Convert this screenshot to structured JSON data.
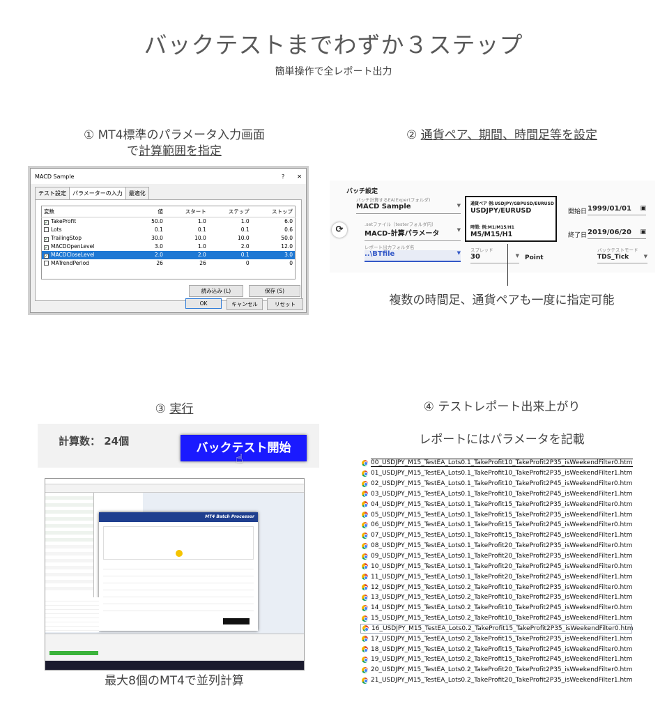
{
  "header": {
    "title": "バックテストまでわずか３ステップ",
    "subtitle": "簡単操作で全レポート出力"
  },
  "step1": {
    "caption_line1": "① MT4標準のパラメータ入力画面",
    "caption_line2_prefix": "で",
    "caption_line2_link": "計算範囲を指定",
    "dialog": {
      "title": "MACD Sample",
      "help": "?",
      "close": "✕",
      "tabs": [
        "テスト設定",
        "パラメーターの入力",
        "最適化"
      ],
      "columns": [
        "変数",
        "値",
        "スタート",
        "ステップ",
        "ストップ"
      ],
      "rows": [
        {
          "checked": true,
          "name": "TakeProfit",
          "value": "50.0",
          "start": "1.0",
          "step": "1.0",
          "stop": "6.0"
        },
        {
          "checked": false,
          "name": "Lots",
          "value": "0.1",
          "start": "0.1",
          "step": "0.1",
          "stop": "0.6"
        },
        {
          "checked": true,
          "name": "TrailingStop",
          "value": "30.0",
          "start": "10.0",
          "step": "10.0",
          "stop": "50.0"
        },
        {
          "checked": true,
          "name": "MACDOpenLevel",
          "value": "3.0",
          "start": "1.0",
          "step": "2.0",
          "stop": "12.0"
        },
        {
          "checked": true,
          "name": "MACDCloseLevel",
          "value": "2.0",
          "start": "2.0",
          "step": "0.1",
          "stop": "3.0"
        },
        {
          "checked": false,
          "name": "MATrendPeriod",
          "value": "26",
          "start": "26",
          "step": "0",
          "stop": "0"
        }
      ],
      "load_button": "読み込み (L)",
      "save_button": "保存 (S)",
      "ok_button": "OK",
      "cancel_button": "キャンセル",
      "reset_button": "リセット"
    }
  },
  "step2": {
    "caption_prefix": "② ",
    "caption_link": "通貨ペア、期間、時間足等を設定",
    "panel": {
      "heading": "バッチ設定",
      "ea_label": "バッチ計算するEA(Expertフォルダ)",
      "ea_value": "MACD Sample",
      "set_label": ".setファイル（testerフォルダ内）",
      "set_value": "MACD-計算パラメータ",
      "report_label": "レポート出力フォルダ名",
      "report_value": "..\\BTfile",
      "pair_label": "通貨ペア 例:USDJPY/GBPUSD/EURUSD",
      "pair_value": "USDJPY/EURUSD",
      "tf_label": "時間: 例:M1/M15/H1",
      "tf_value": "M5/M15/H1",
      "spread_label": "スプレッド",
      "spread_value": "30",
      "point_label": "Point",
      "start_label": "開始日",
      "start_value": "1999/01/01",
      "end_label": "終了日",
      "end_value": "2019/06/20",
      "mode_label": "バックテストモード",
      "mode_value": "TDS_Tick"
    },
    "note": "複数の時間足、通貨ペアも一度に指定可能"
  },
  "step3": {
    "caption_prefix": "③ ",
    "caption_link": "実行",
    "count_label": "計算数：",
    "count_value": "24個",
    "run_button": "バックテスト開始",
    "screenshot_title": "MT4 Batch Processor",
    "footer": "最大8個のMT4で並列計算"
  },
  "step4": {
    "caption": "④ テストレポート出来上がり",
    "note": "レポートにはパラメータを記載",
    "files": [
      "00_USDJPY_M15_TestEA_Lots0.1_TakeProfit10_TakeProfit2P35_isWeekendFilter0.htm",
      "01_USDJPY_M15_TestEA_Lots0.1_TakeProfit10_TakeProfit2P35_isWeekendFilter1.htm",
      "02_USDJPY_M15_TestEA_Lots0.1_TakeProfit10_TakeProfit2P45_isWeekendFilter0.htm",
      "03_USDJPY_M15_TestEA_Lots0.1_TakeProfit10_TakeProfit2P45_isWeekendFilter1.htm",
      "04_USDJPY_M15_TestEA_Lots0.1_TakeProfit15_TakeProfit2P35_isWeekendFilter0.htm",
      "05_USDJPY_M15_TestEA_Lots0.1_TakeProfit15_TakeProfit2P35_isWeekendFilter1.htm",
      "06_USDJPY_M15_TestEA_Lots0.1_TakeProfit15_TakeProfit2P45_isWeekendFilter0.htm",
      "07_USDJPY_M15_TestEA_Lots0.1_TakeProfit15_TakeProfit2P45_isWeekendFilter1.htm",
      "08_USDJPY_M15_TestEA_Lots0.1_TakeProfit20_TakeProfit2P35_isWeekendFilter0.htm",
      "09_USDJPY_M15_TestEA_Lots0.1_TakeProfit20_TakeProfit2P35_isWeekendFilter1.htm",
      "10_USDJPY_M15_TestEA_Lots0.1_TakeProfit20_TakeProfit2P45_isWeekendFilter0.htm",
      "11_USDJPY_M15_TestEA_Lots0.1_TakeProfit20_TakeProfit2P45_isWeekendFilter1.htm",
      "12_USDJPY_M15_TestEA_Lots0.2_TakeProfit10_TakeProfit2P35_isWeekendFilter0.htm",
      "13_USDJPY_M15_TestEA_Lots0.2_TakeProfit10_TakeProfit2P35_isWeekendFilter1.htm",
      "14_USDJPY_M15_TestEA_Lots0.2_TakeProfit10_TakeProfit2P45_isWeekendFilter0.htm",
      "15_USDJPY_M15_TestEA_Lots0.2_TakeProfit10_TakeProfit2P45_isWeekendFilter1.htm",
      "16_USDJPY_M15_TestEA_Lots0.2_TakeProfit15_TakeProfit2P35_isWeekendFilter0.htm",
      "17_USDJPY_M15_TestEA_Lots0.2_TakeProfit15_TakeProfit2P35_isWeekendFilter1.htm",
      "18_USDJPY_M15_TestEA_Lots0.2_TakeProfit15_TakeProfit2P45_isWeekendFilter0.htm",
      "19_USDJPY_M15_TestEA_Lots0.2_TakeProfit15_TakeProfit2P45_isWeekendFilter1.htm",
      "20_USDJPY_M15_TestEA_Lots0.2_TakeProfit20_TakeProfit2P35_isWeekendFilter0.htm",
      "21_USDJPY_M15_TestEA_Lots0.2_TakeProfit20_TakeProfit2P35_isWeekendFilter1.htm"
    ]
  },
  "colors": {
    "run_button": "#1a1aff",
    "selection": "#1e78d4",
    "text": "#444444"
  }
}
